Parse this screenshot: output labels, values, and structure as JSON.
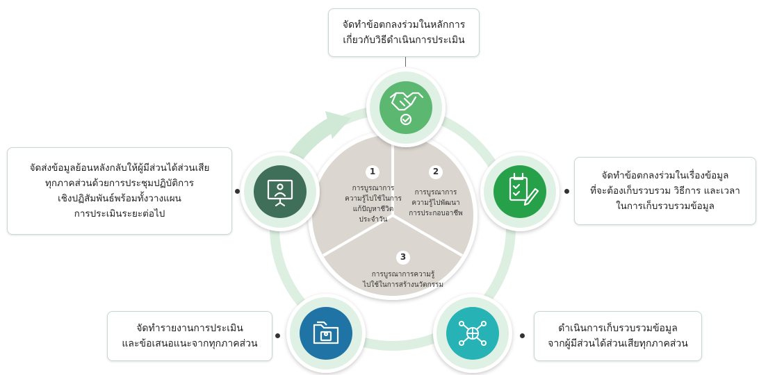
{
  "colors": {
    "ring": "#dcefe1",
    "arrow": "#d7eedd",
    "center_fill": "#dcd6d0",
    "center_border": "#ffffff",
    "node_top": "#5cb870",
    "node_right": "#27a04a",
    "node_bottom_right": "#27b3b5",
    "node_bottom_left": "#1f73a5",
    "node_left": "#3f6f59"
  },
  "center": {
    "segments": [
      {
        "number": "1",
        "lines": [
          "การบูรณาการ",
          "ความรู้ไปใช้ในการ",
          "แก้ปัญหาชีวิต",
          "ประจำวัน"
        ]
      },
      {
        "number": "2",
        "lines": [
          "การบูรณาการ",
          "ความรู้ไปพัฒนา",
          "การประกอบอาชีพ"
        ]
      },
      {
        "number": "3",
        "lines": [
          "การบูรณาการความรู้",
          "ไปใช้ในการสร้างนวัตกรรม"
        ]
      }
    ]
  },
  "nodes": [
    {
      "id": "top",
      "icon": "handshake-icon",
      "lines": [
        "จัดทำข้อตกลงร่วมในหลักการ",
        "เกี่ยวกับวิธีดำเนินการประเมิน"
      ]
    },
    {
      "id": "right",
      "icon": "document-check-icon",
      "lines": [
        "จัดทำข้อตกลงร่วมในเรื่องข้อมูล",
        "ที่จะต้องเก็บรวบรวม วิธีการ และเวลา",
        "ในการเก็บรวบรวมข้อมูล"
      ]
    },
    {
      "id": "bottom_right",
      "icon": "network-globe-icon",
      "lines": [
        "ดำเนินการเก็บรวบรวมข้อมูล",
        "จากผู้มีส่วนได้ส่วนเสียทุกภาคส่วน"
      ]
    },
    {
      "id": "bottom_left",
      "icon": "folder-user-icon",
      "lines": [
        "จัดทำรายงานการประเมิน",
        "และข้อเสนอแนะจากทุกภาคส่วน"
      ]
    },
    {
      "id": "left",
      "icon": "presentation-icon",
      "lines": [
        "จัดส่งข้อมูลย้อนหลังกลับให้ผู้มีส่วนได้ส่วนเสีย",
        "ทุกภาคส่วนด้วยการประชุมปฏิบัติการ",
        "เชิงปฏิสัมพันธ์พร้อมทั้งวางแผน",
        "การประเมินระยะต่อไป"
      ]
    }
  ]
}
